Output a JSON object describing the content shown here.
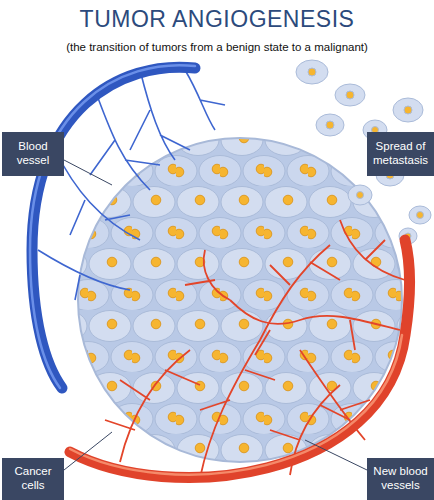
{
  "diagram": {
    "title": "TUMOR ANGIOGENESIS",
    "caption": "(the transition of tumors from a benign state to a malignant)",
    "nodes": [
      {
        "text": [
          "Blood vessel"
        ]
      },
      {
        "text": [
          "Spread of metastasis"
        ]
      },
      {
        "text": [
          "Cancer cells"
        ]
      },
      {
        "text": [
          "New blood vessels"
        ]
      }
    ]
  }
}
